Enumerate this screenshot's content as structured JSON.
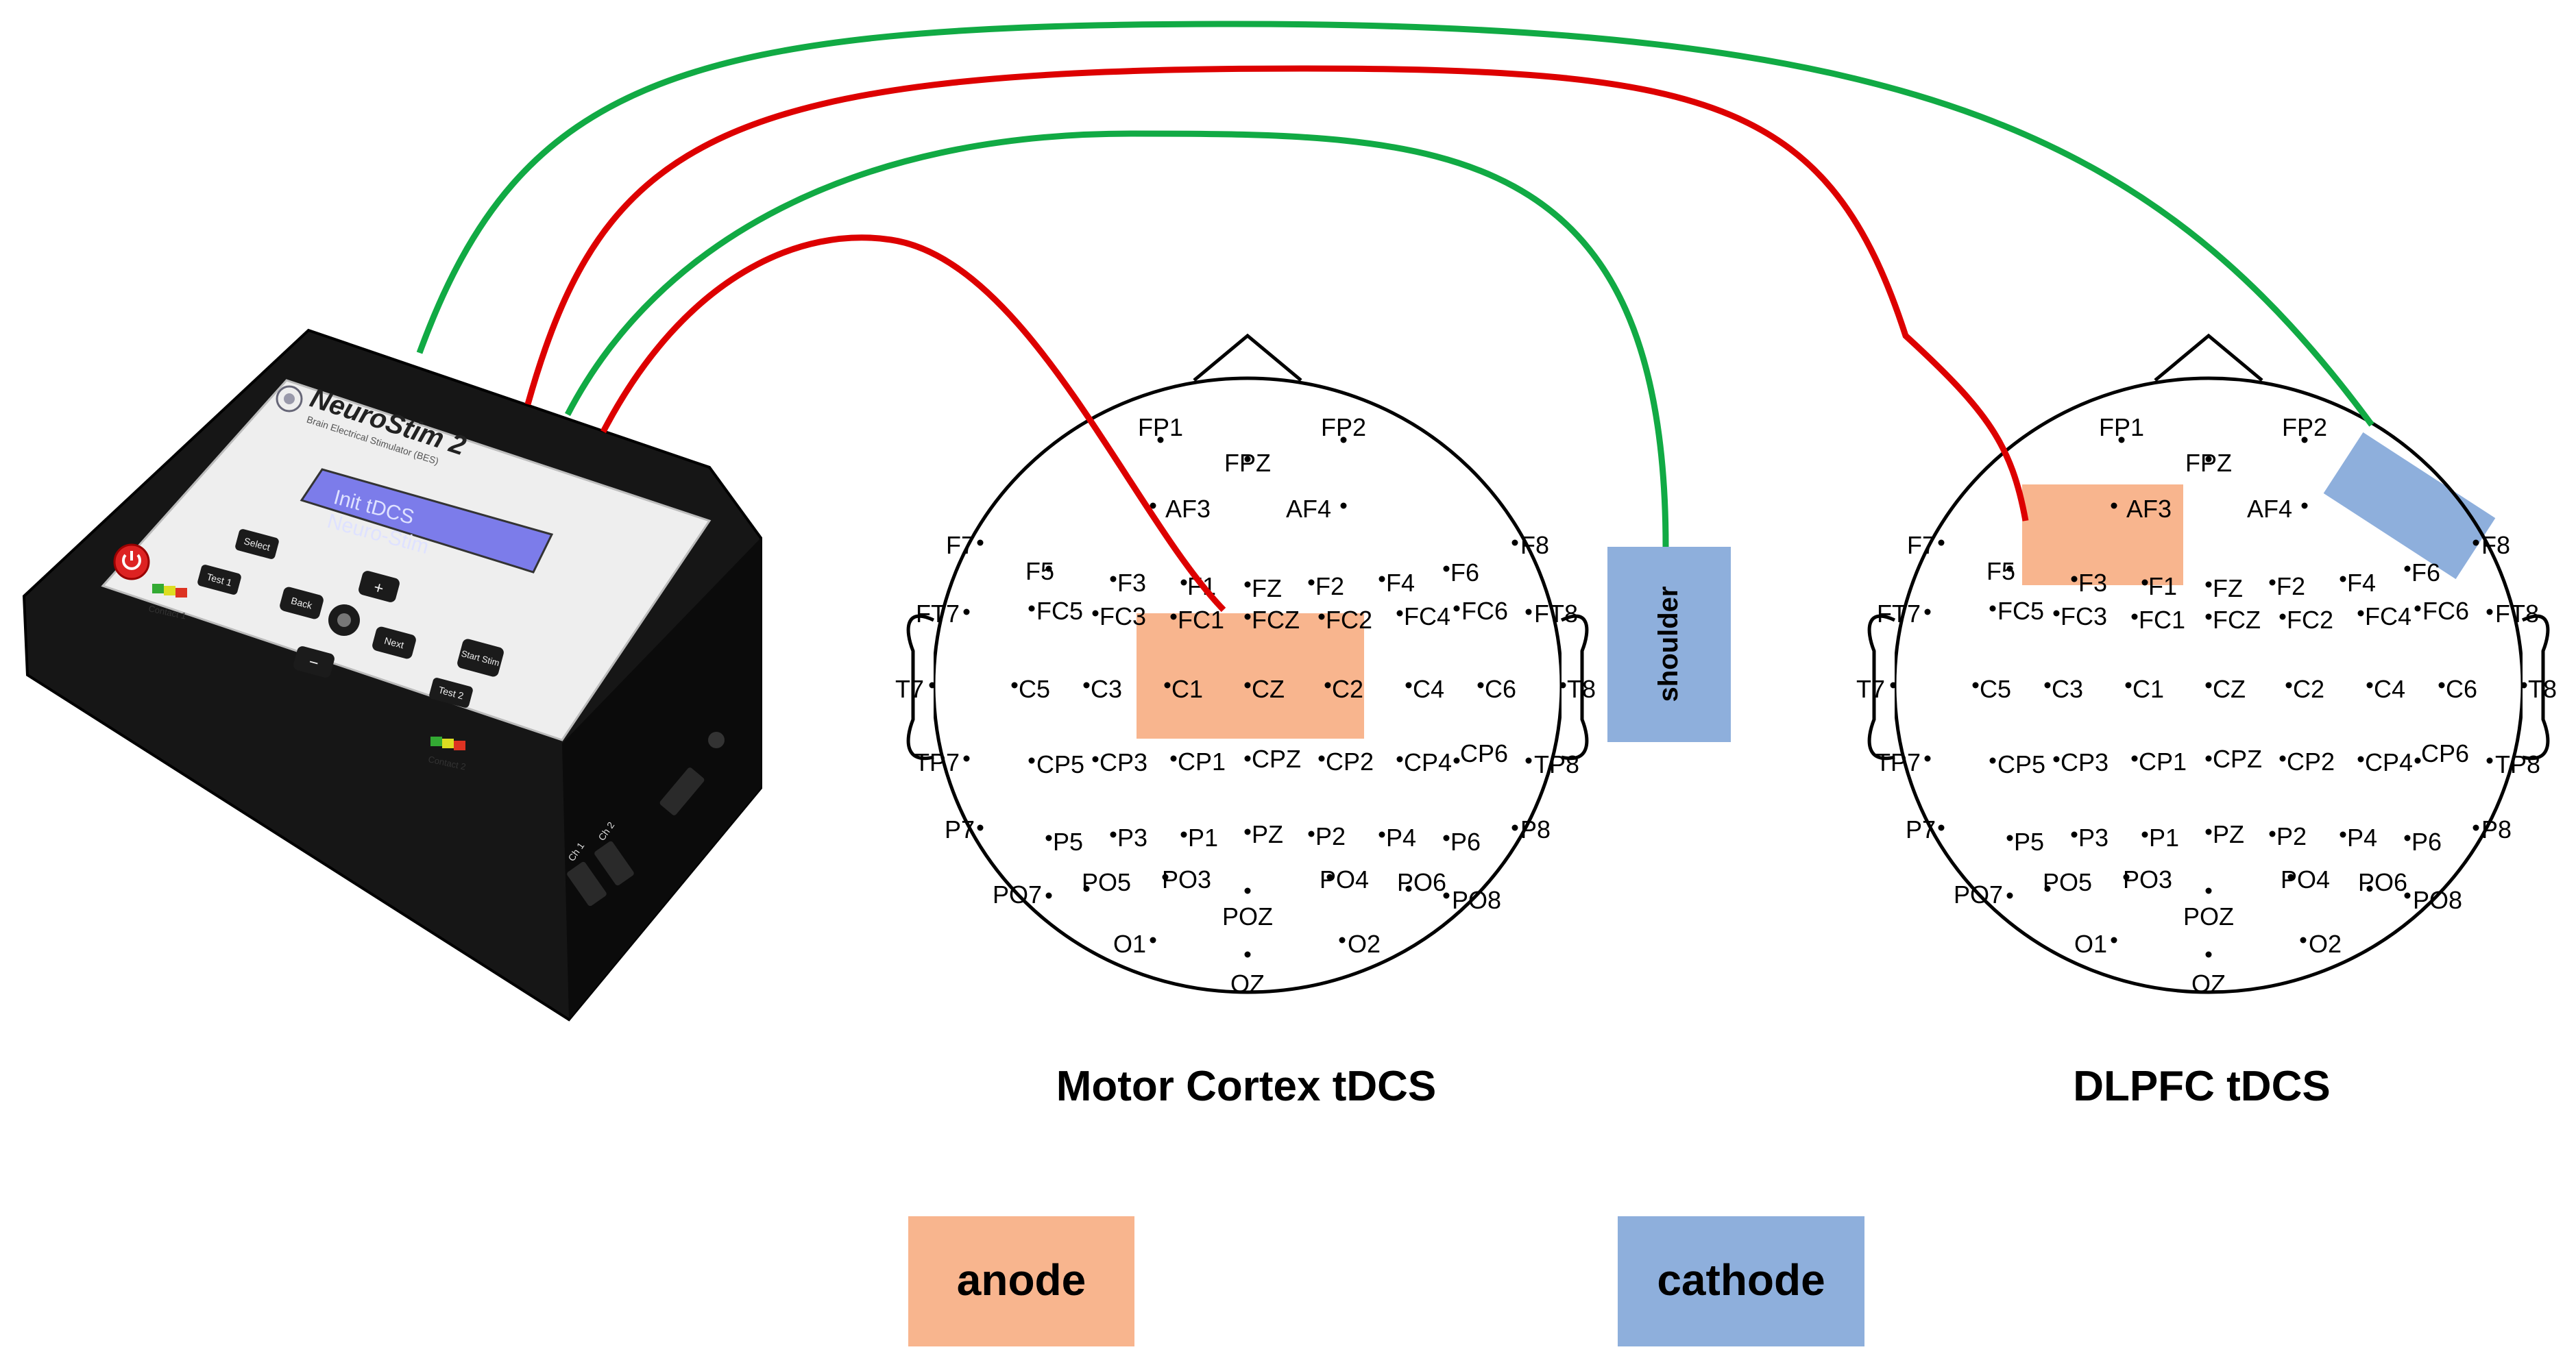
{
  "device": {
    "brand": "NeuroStim 2",
    "subtitle": "Brain Electrical Stimulator (BES)",
    "lcd_line1": "Init tDCS",
    "lcd_line2": "Neuro-Stim",
    "btn_select": "Select",
    "btn_test1": "Test 1",
    "btn_test2": "Test 2",
    "btn_back": "Back",
    "btn_next": "Next",
    "btn_plus": "+",
    "btn_minus": "−",
    "btn_start": "Start Stim",
    "contact1": "Contact 1",
    "contact2": "Contact 2",
    "port1": "Ch 1",
    "port2": "Ch 2"
  },
  "montages": [
    {
      "title": "Motor Cortex tDCS",
      "shoulder_label": "shoulder"
    },
    {
      "title": "DLPFC tDCS"
    }
  ],
  "electrode_labels": {
    "FP1": "FP1",
    "FP2": "FP2",
    "FPZ": "FPZ",
    "AF3": "AF3",
    "AF4": "AF4",
    "F7": "F7",
    "F5": "F5",
    "F3": "F3",
    "F1": "F1",
    "FZ": "FZ",
    "F2": "F2",
    "F4": "F4",
    "F6": "F6",
    "F8": "F8",
    "FT7": "FT7",
    "FC5": "FC5",
    "FC3": "FC3",
    "FC1": "FC1",
    "FCZ": "FCZ",
    "FC2": "FC2",
    "FC4": "FC4",
    "FC6": "FC6",
    "FT8": "FT8",
    "T7": "T7",
    "C5": "C5",
    "C3": "C3",
    "C1": "C1",
    "CZ": "CZ",
    "C2": "C2",
    "C4": "C4",
    "C6": "C6",
    "T8": "T8",
    "TP7": "TP7",
    "CP5": "CP5",
    "CP3": "CP3",
    "CP1": "CP1",
    "CPZ": "CPZ",
    "CP2": "CP2",
    "CP4": "CP4",
    "CP6": "CP6",
    "TP8": "TP8",
    "P7": "P7",
    "P5": "P5",
    "P3": "P3",
    "P1": "P1",
    "PZ": "PZ",
    "P2": "P2",
    "P4": "P4",
    "P6": "P6",
    "P8": "P8",
    "PO7": "PO7",
    "PO5": "PO5",
    "PO3": "PO3",
    "POZ": "POZ",
    "PO4": "PO4",
    "PO6": "PO6",
    "PO8": "PO8",
    "O1": "O1",
    "OZ": "OZ",
    "O2": "O2"
  },
  "legend": {
    "anode": "anode",
    "cathode": "cathode"
  },
  "colors": {
    "anode": "#f8b58e",
    "cathode": "#8eafdc",
    "red_wire": "#dd0000",
    "green_wire": "#11aa44",
    "device_body": "#141414",
    "device_panel": "#eeeeee",
    "lcd": "#7c7cea"
  }
}
